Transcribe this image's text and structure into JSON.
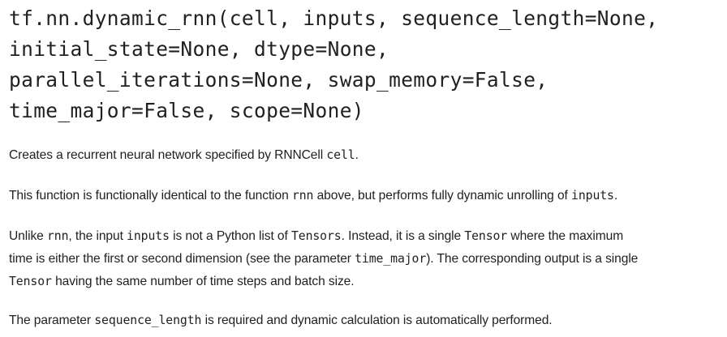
{
  "signature": {
    "lines": [
      "tf.nn.dynamic_rnn(cell, inputs, sequence_length=None,",
      "initial_state=None, dtype=None,",
      "parallel_iterations=None, swap_memory=False,",
      "time_major=False, scope=None)"
    ]
  },
  "paragraphs": {
    "p1": {
      "t1": "Creates a recurrent neural network specified by RNNCell ",
      "c1": "cell",
      "t2": "."
    },
    "p2": {
      "t1": "This function is functionally identical to the function ",
      "c1": "rnn",
      "t2": " above, but performs fully dynamic unrolling of ",
      "c2": "inputs",
      "t3": "."
    },
    "p3": {
      "line1": {
        "t1": "Unlike ",
        "c1": "rnn",
        "t2": ", the input ",
        "c2": "inputs",
        "t3": " is not a Python list of ",
        "c3": "Tensors",
        "t4": ". Instead, it is a single ",
        "c4": "Tensor",
        "t5": " where the maximum"
      },
      "line2": {
        "t1": "time is either the first or second dimension (see the parameter ",
        "c1": "time_major",
        "t2": "). The corresponding output is a single"
      },
      "line3": {
        "c1": "Tensor",
        "t1": " having the same number of time steps and batch size."
      }
    },
    "p4": {
      "t1": "The parameter ",
      "c1": "sequence_length",
      "t2": " is required and dynamic calculation is automatically performed."
    }
  }
}
